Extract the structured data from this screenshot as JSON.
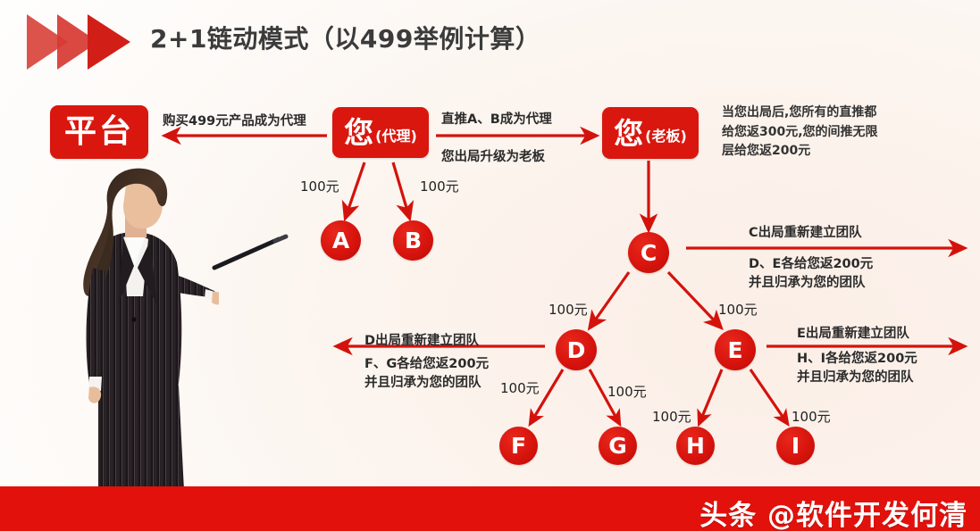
{
  "header": {
    "title": "2+1链动模式（以499举例计算）",
    "logo_icon": "triple-arrow-icon"
  },
  "boxes": {
    "platform": {
      "main": "平台",
      "sub": ""
    },
    "you_agent": {
      "main": "您",
      "sub": "(代理)"
    },
    "you_boss": {
      "main": "您",
      "sub": "(老板)"
    }
  },
  "flow_labels": {
    "buy_product": "购买499元产品成为代理",
    "direct_push_top": "直推A、B成为代理",
    "direct_push_bottom": "您出局升级为老板",
    "c_exit_top": "C出局重新建立团队",
    "c_exit_line1": "D、E各给您返200元",
    "c_exit_line2": "并且归承为您的团队",
    "d_exit_top": "D出局重新建立团队",
    "d_exit_line1": "F、G各给您返200元",
    "d_exit_line2": "并且归承为您的团队",
    "e_exit_top": "E出局重新建立团队",
    "e_exit_line1": "H、I各给您返200元",
    "e_exit_line2": "并且归承为您的团队"
  },
  "side_note": {
    "line1": "当您出局后,您所有的直推都",
    "line2": "给您返300元,您的间推无限",
    "line3": "层给您返200元"
  },
  "nodes": [
    {
      "id": "A",
      "label": "A"
    },
    {
      "id": "B",
      "label": "B"
    },
    {
      "id": "C",
      "label": "C"
    },
    {
      "id": "D",
      "label": "D"
    },
    {
      "id": "E",
      "label": "E"
    },
    {
      "id": "F",
      "label": "F"
    },
    {
      "id": "G",
      "label": "G"
    },
    {
      "id": "H",
      "label": "H"
    },
    {
      "id": "I",
      "label": "I"
    }
  ],
  "money_labels": {
    "a": "100元",
    "b": "100元",
    "d": "100元",
    "e": "100元",
    "f": "100元",
    "g": "100元",
    "h": "100元",
    "i": "100元"
  },
  "footer": {
    "watermark": "头条 @软件开发何清"
  },
  "colors": {
    "brand_red": "#d9170f",
    "bar_red": "#e2110b",
    "arrow_red": "#d4120c",
    "text_dark": "#2b2b2b",
    "background": "#fdfaf7"
  }
}
